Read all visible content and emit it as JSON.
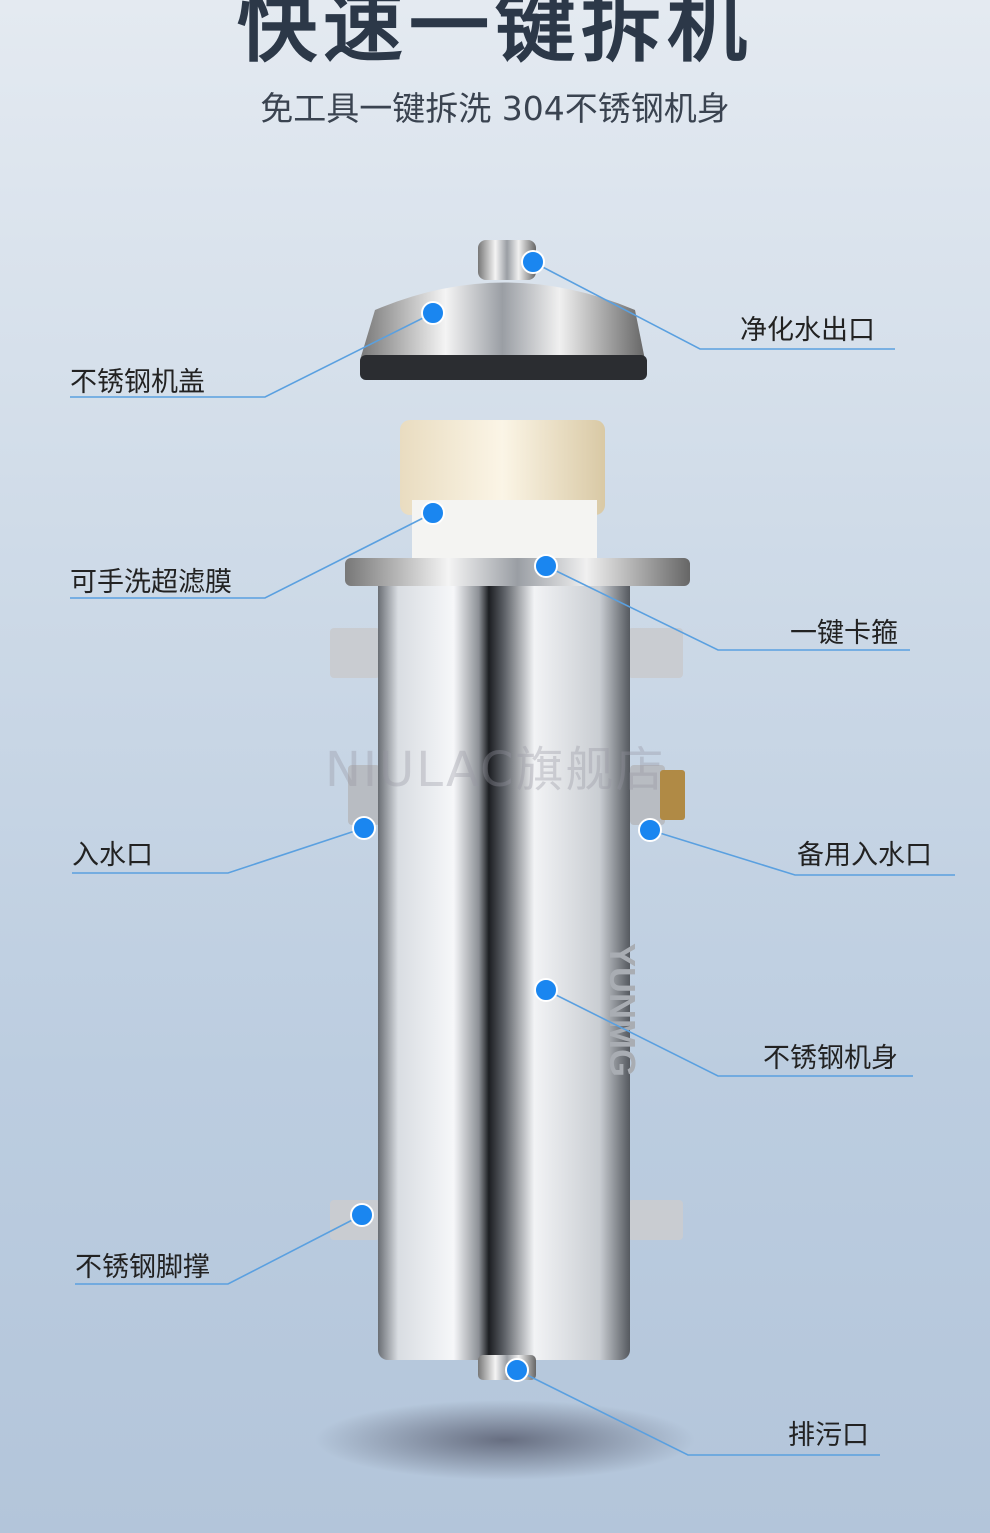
{
  "header": {
    "title": "快速一键拆机",
    "subtitle": "免工具一键拆洗 304不锈钢机身"
  },
  "watermark": "NIULAC旗舰店",
  "brand_mark": "YUNMG",
  "accent_color": "#1a86f0",
  "line_color": "#5aa0e0",
  "callouts": [
    {
      "label": "不锈钢机盖"
    },
    {
      "label": "净化水出口"
    },
    {
      "label": "可手洗超滤膜"
    },
    {
      "label": "一键卡箍"
    },
    {
      "label": "入水口"
    },
    {
      "label": "备用入水口"
    },
    {
      "label": "不锈钢机身"
    },
    {
      "label": "不锈钢脚撑"
    },
    {
      "label": "排污口"
    }
  ]
}
